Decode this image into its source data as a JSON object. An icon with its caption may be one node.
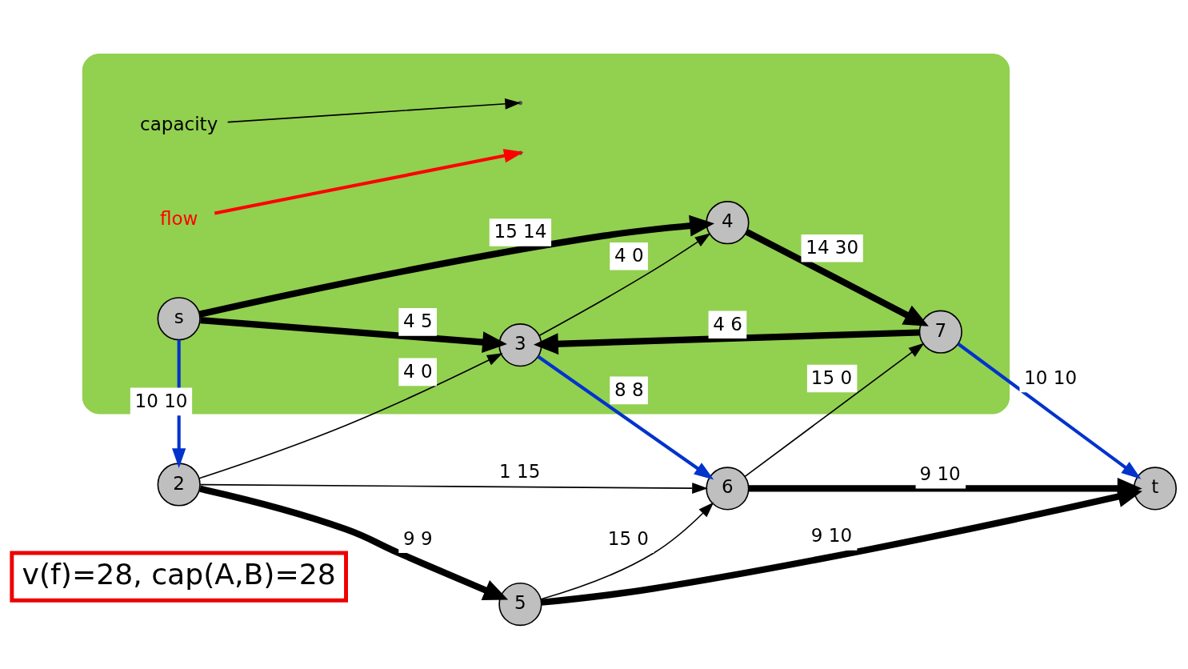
{
  "diagram": {
    "nodes": [
      {
        "text": [
          "v(f)=28, cap(A,B)=28"
        ]
      },
      {
        "text": [],
        "shape": "cloud"
      },
      {
        "text": [
          "s"
        ],
        "in": 1
      },
      {
        "text": [
          "2"
        ]
      },
      {
        "text": [
          "3"
        ],
        "in": 1
      },
      {
        "text": [
          "4"
        ],
        "in": 1
      },
      {
        "text": [
          "5"
        ]
      },
      {
        "text": [
          "6"
        ]
      },
      {
        "text": [
          "7"
        ],
        "in": 1
      },
      {
        "text": [
          "t"
        ]
      },
      {
        "text": [
          "capacity"
        ],
        "in": 1
      },
      {
        "text": [
          "flow"
        ],
        "in": 1
      }
    ],
    "edges": [
      {
        "from": 2,
        "to": 3,
        "arrow": "to",
        "label": "10 10",
        "color": "#0033cc"
      },
      {
        "from": 2,
        "to": 4,
        "arrow": "to",
        "label": "4 5",
        "style": "thick"
      },
      {
        "from": 2,
        "to": 5,
        "arrow": "to",
        "label": "15 14",
        "style": "thick"
      },
      {
        "from": 3,
        "to": 6,
        "arrow": "to",
        "label": "9 9",
        "style": "thick"
      },
      {
        "from": 3,
        "to": 4,
        "arrow": "to",
        "label": "4 0"
      },
      {
        "from": 3,
        "to": 7,
        "arrow": "to",
        "label": "1 15"
      },
      {
        "from": 6,
        "to": 7,
        "arrow": "to",
        "label": "15 0"
      },
      {
        "from": 6,
        "to": 9,
        "arrow": "to",
        "label": "9 10",
        "style": "thick"
      },
      {
        "from": 4,
        "to": 7,
        "arrow": "to",
        "label": "8 8",
        "color": "#0033cc"
      },
      {
        "from": 7,
        "to": 9,
        "arrow": "to",
        "label": "9 10",
        "style": "thick"
      },
      {
        "from": 4,
        "to": 5,
        "arrow": "to",
        "label": "4 0"
      },
      {
        "from": 8,
        "to": 4,
        "arrow": "to",
        "label": "4 6",
        "style": "thick"
      },
      {
        "from": 7,
        "to": 8,
        "arrow": "to",
        "label": "15 0"
      },
      {
        "from": 5,
        "to": 8,
        "arrow": "to",
        "label": "14 30",
        "style": "thick"
      },
      {
        "from": 8,
        "to": 9,
        "arrow": "to",
        "label": "10 10",
        "color": "#0033cc"
      },
      {
        "from": 10,
        "to": null,
        "arrow": "to"
      },
      {
        "from": 11,
        "to": null,
        "arrow": "to",
        "color": "#ff0000"
      }
    ]
  }
}
